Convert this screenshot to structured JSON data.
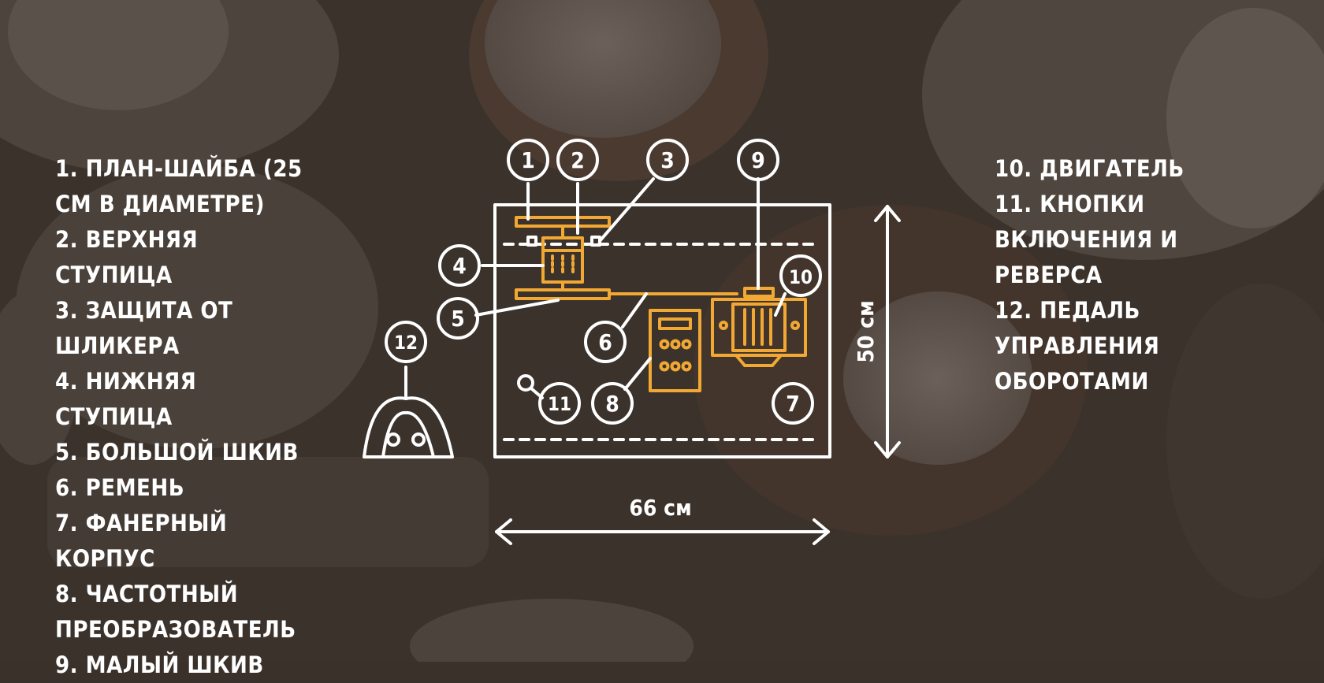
{
  "colors": {
    "background": "#3a312b",
    "line": "#ffffff",
    "accent": "#f2a933"
  },
  "legend_left": [
    "1. План-шайба (25 см в диаметре)",
    "2. Верхняя ступица",
    "3. Защита от шликера",
    "4. Нижняя ступица",
    "5. Большой шкив",
    "6. Ремень",
    "7. Фанерный корпус",
    "8. Частотный преобразователь",
    "9. Малый шкив"
  ],
  "legend_right": [
    "10. Двигатель",
    "11. Кнопки включения и реверса",
    "12. Педаль управления оборотами"
  ],
  "callouts": [
    "1",
    "2",
    "3",
    "4",
    "5",
    "6",
    "7",
    "8",
    "9",
    "10",
    "11",
    "12"
  ],
  "dimensions": {
    "width": "66 см",
    "height": "50 см"
  }
}
